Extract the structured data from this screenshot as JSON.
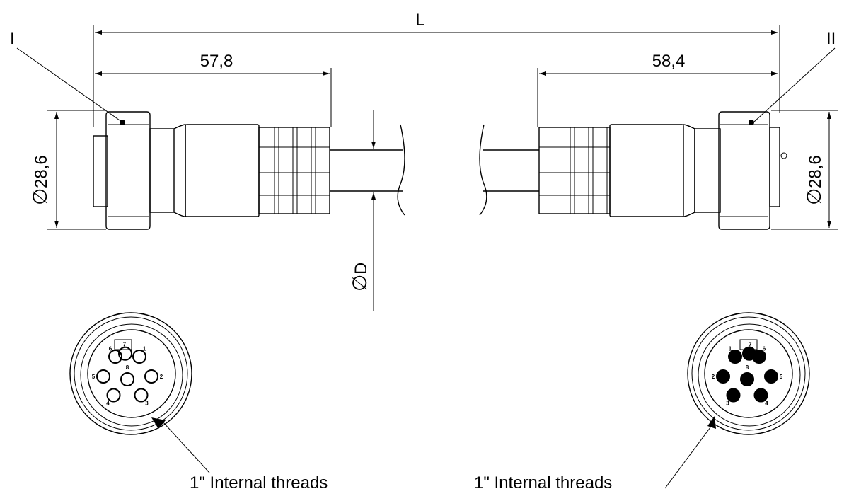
{
  "dimensions": {
    "overall_length": "L",
    "left_length": "57,8",
    "right_length": "58,4",
    "left_diameter": "28,6",
    "right_diameter": "28,6",
    "cable_diameter": "D",
    "diameter_symbol": "∅"
  },
  "markers": {
    "left": "I",
    "right": "II"
  },
  "callouts": {
    "left_thread": "1\" Internal threads",
    "right_thread": "1\" Internal threads"
  },
  "left_face_pins": [
    "1",
    "2",
    "3",
    "4",
    "5",
    "6",
    "7",
    "8"
  ],
  "right_face_pins": [
    "1",
    "2",
    "3",
    "4",
    "5",
    "6",
    "7",
    "8"
  ],
  "colors": {
    "line": "#000000",
    "body_fill": "#d9d9d9",
    "background": "#ffffff"
  }
}
